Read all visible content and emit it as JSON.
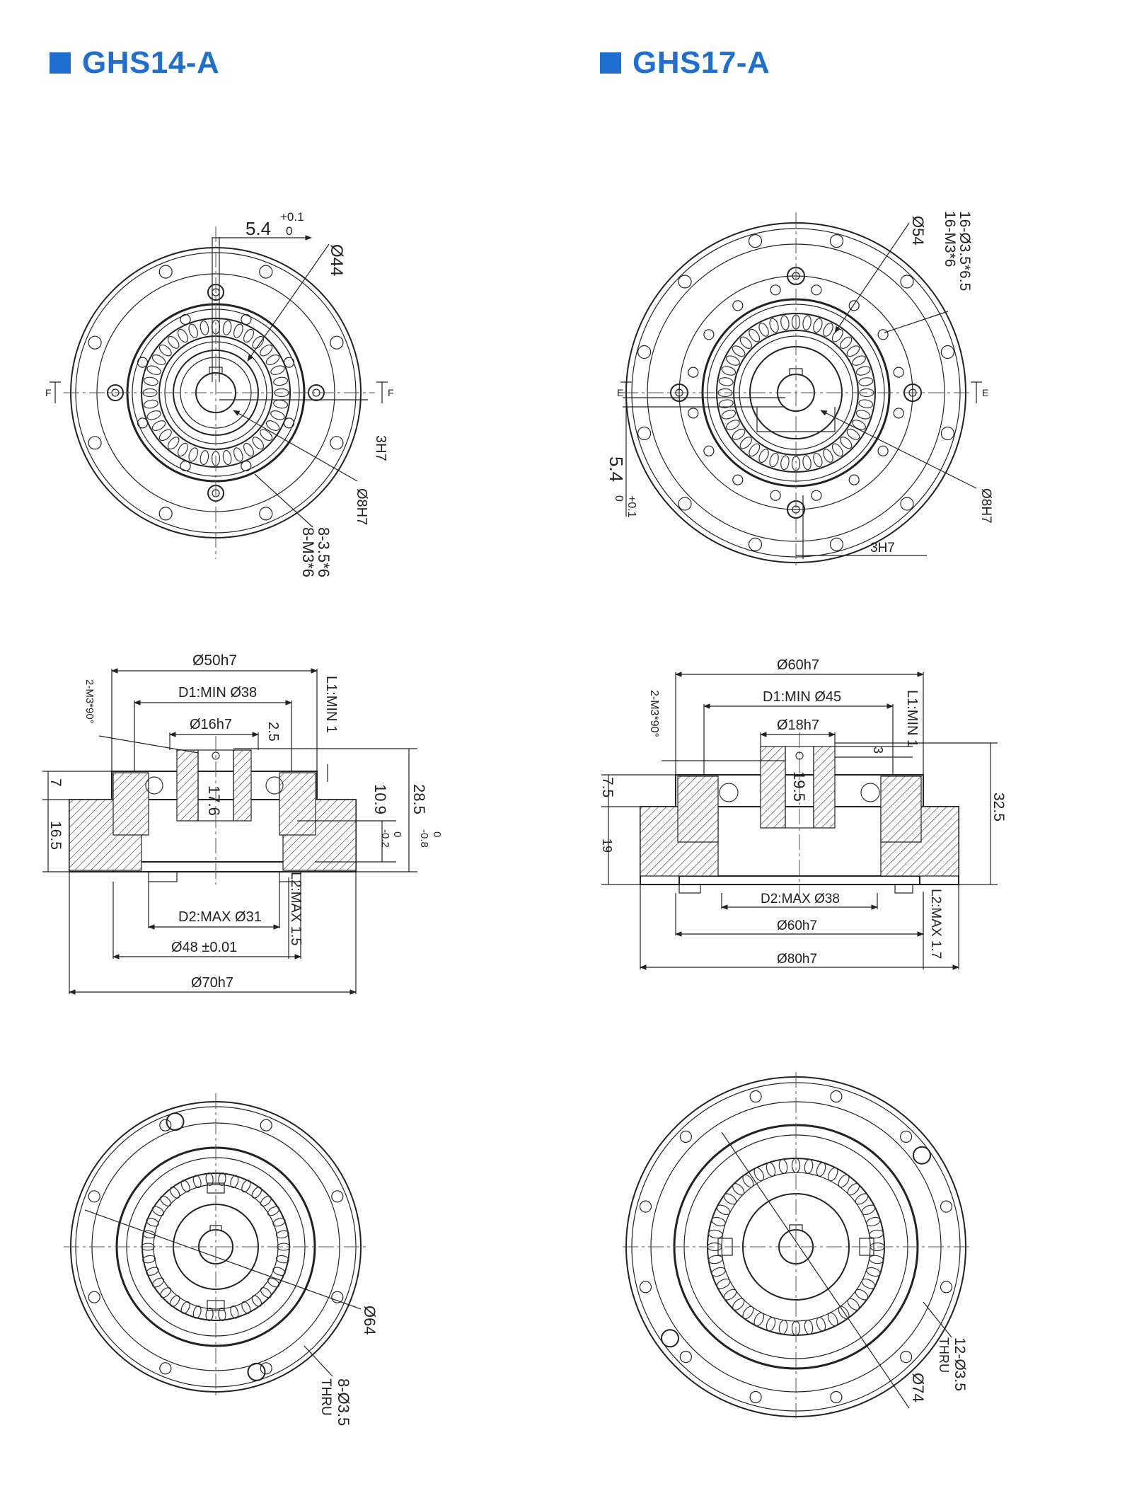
{
  "brand_color": "#1f6fd0",
  "models": [
    {
      "title": "GHS14-A",
      "front": {
        "key_width": "5.4",
        "tol_upper": "+0.1",
        "tol_lower": "0",
        "pcd": "Ø44",
        "keyway": "3H7",
        "bore": "Ø8H7",
        "holes_a": "8-3.5*6",
        "holes_b": "8-M3*6"
      },
      "side": {
        "d_outer_hub": "Ø50h7",
        "d1": "D1:MIN Ø38",
        "d_shaft": "Ø16h7",
        "tap": "2-M3*90°",
        "l1": "L1:MIN 1",
        "dim_25": "2.5",
        "dim_176": "17.6",
        "dim_7": "7",
        "dim_165": "16.5",
        "dim_109": "10.9",
        "dim_109_tol_u": "0",
        "dim_109_tol_l": "-0.2",
        "dim_285": "28.5",
        "dim_285_tol_u": "0",
        "dim_285_tol_l": "-0.8",
        "d2": "D2:MAX Ø31",
        "d_pilot": "Ø48 ±0.01",
        "d_flange": "Ø70h7",
        "l2": "L2:MAX 1.5"
      },
      "rear": {
        "pcd": "Ø64",
        "holes": "8-Ø3.5",
        "thru": "THRU"
      }
    },
    {
      "title": "GHS17-A",
      "front": {
        "pcd": "Ø54",
        "holes_a": "16-Ø3.5*6.5",
        "holes_b": "16-M3*6",
        "key_width": "5.4",
        "tol_upper": "+0.1",
        "tol_lower": "0",
        "keyway": "3H7",
        "bore": "Ø8H7"
      },
      "side": {
        "d_outer_hub": "Ø60h7",
        "d1": "D1:MIN Ø45",
        "d_shaft": "Ø18h7",
        "tap": "2-M3*90°",
        "l1": "L1:MIN 1",
        "dim_3": "3",
        "dim_195": "19.5",
        "dim_75": "7.5",
        "dim_19": "19",
        "dim_325": "32.5",
        "d2": "D2:MAX Ø38",
        "d_pilot": "Ø60h7",
        "d_flange": "Ø80h7",
        "l2": "L2:MAX 1.7"
      },
      "rear": {
        "pcd": "Ø74",
        "holes": "12-Ø3.5",
        "thru": "THRU"
      }
    }
  ]
}
